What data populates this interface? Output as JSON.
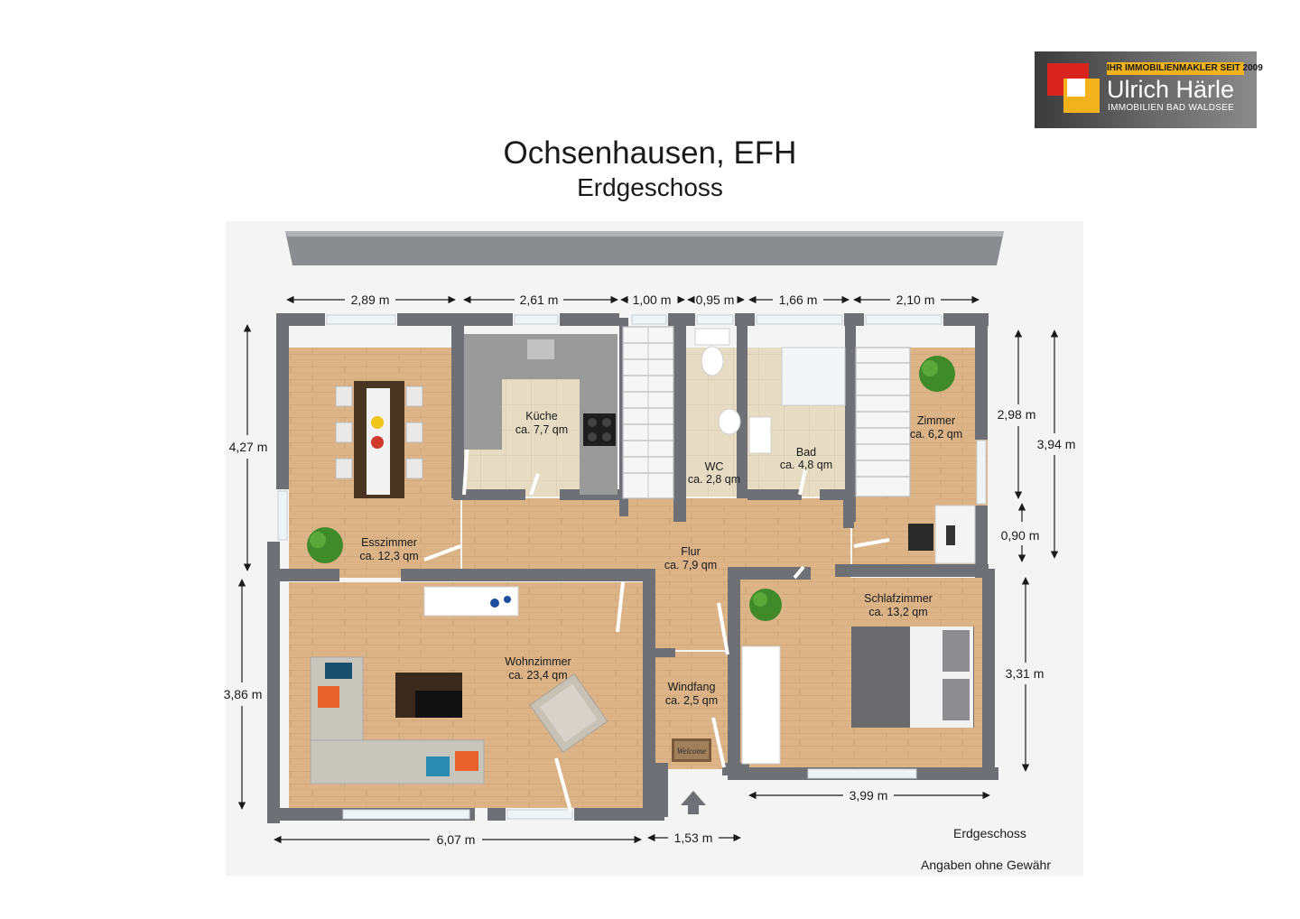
{
  "logo": {
    "tagline": "IHR IMMOBILIENMAKLER SEIT 2009",
    "name": "Ulrich Härle",
    "subline": "IMMOBILIEN BAD WALDSEE",
    "colors": {
      "red": "#d8231f",
      "yellow": "#f2b21b",
      "gray": "#5a5a5a"
    }
  },
  "header": {
    "title": "Ochsenhausen, EFH",
    "subtitle": "Erdgeschoss"
  },
  "rooms": {
    "kueche": {
      "name": "Küche",
      "area": "ca. 7,7 qm"
    },
    "wc": {
      "name": "WC",
      "area": "ca. 2,8 qm"
    },
    "bad": {
      "name": "Bad",
      "area": "ca. 4,8 qm"
    },
    "zimmer": {
      "name": "Zimmer",
      "area": "ca. 6,2 qm"
    },
    "esszimmer": {
      "name": "Esszimmer",
      "area": "ca. 12,3 qm"
    },
    "flur": {
      "name": "Flur",
      "area": "ca. 7,9 qm"
    },
    "schlafzimmer": {
      "name": "Schlafzimmer",
      "area": "ca. 13,2 qm"
    },
    "wohnzimmer": {
      "name": "Wohnzimmer",
      "area": "ca. 23,4 qm"
    },
    "windfang": {
      "name": "Windfang",
      "area": "ca. 2,5 qm"
    }
  },
  "doormat_text": "Welcome",
  "dimensions": {
    "top": [
      "2,89 m",
      "2,61 m",
      "1,00 m",
      "0,95 m",
      "1,66 m",
      "2,10 m"
    ],
    "left_upper": "4,27 m",
    "left_lower": "3,86 m",
    "right_a": "2,98 m",
    "right_b": "0,90 m",
    "right_total": "3,94 m",
    "right_lower": "3,31 m",
    "bottom_left": "6,07 m",
    "bottom_mid": "1,53 m",
    "bottom_right": "3,99 m"
  },
  "footer": {
    "floor_label": "Erdgeschoss",
    "disclaimer": "Angaben ohne Gewähr"
  },
  "colors": {
    "wall": "#6e7075",
    "wood_floor": "#dcb487",
    "tile_floor": "#e6dcc3",
    "counter": "#9a9a9a"
  }
}
